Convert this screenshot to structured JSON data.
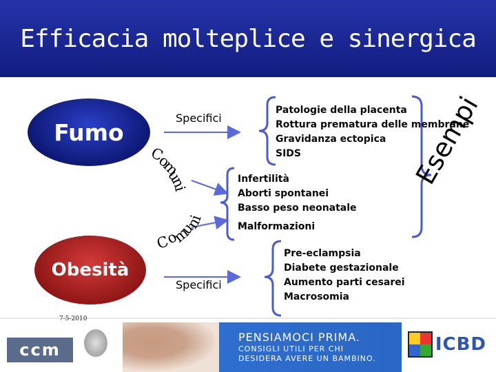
{
  "title": "Efficacia molteplice e sinergica",
  "nodes": {
    "fumo": "Fumo",
    "obesita": "Obesità"
  },
  "labels": {
    "specifici_top": "Specifici",
    "specifici_bottom": "Specifici",
    "comuni_top": "Comuni",
    "comuni_bottom": "Comuni",
    "esempi": "Esempi"
  },
  "lists": {
    "fumo_specific": [
      "Patologie della placenta",
      "Rottura prematura delle membrane",
      "Gravidanza ectopica",
      "SIDS"
    ],
    "common": [
      "Infertilità",
      "Aborti spontanei",
      "Basso peso neonatale"
    ],
    "common_extra": "Malformazioni",
    "obesita_specific": [
      "Pre-eclampsia",
      "Diabete gestazionale",
      "Aumento parti cesarei",
      "Macrosomia"
    ]
  },
  "footer": {
    "date": "7-5-2010",
    "ccm_logo": "ccm",
    "banner_title": "PENSIAMOCI PRIMA.",
    "banner_line1": "CONSIGLI UTILI PER CHI",
    "banner_line2": "DESIDERA AVERE UN BAMBINO.",
    "icbd_logo": "ICBD"
  },
  "colors": {
    "header": "#1a2896",
    "fumo": "#1b2aa0",
    "obesita": "#b02020",
    "arrow": "#5a6ad8"
  }
}
